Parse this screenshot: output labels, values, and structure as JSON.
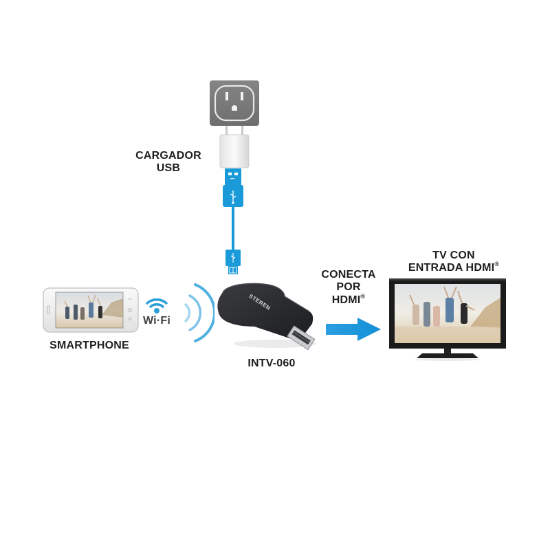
{
  "diagram": {
    "title_elements": {
      "charger_label_line1": "CARGADOR",
      "charger_label_line2": "USB",
      "smartphone_label": "SMARTPHONE",
      "wifi_label": "Wi·Fi",
      "device_label": "INTV-060",
      "device_brand": "STEREN",
      "connect_label_line1": "CONECTA",
      "connect_label_line2": "POR",
      "connect_label_line3": "HDMI",
      "tv_label_line1": "TV CON",
      "tv_label_line2": "ENTRADA HDMI",
      "registered_mark": "®"
    },
    "components": [
      {
        "id": "wall-outlet",
        "description": "Wall power outlet"
      },
      {
        "id": "usb-charger",
        "description": "USB wall charger"
      },
      {
        "id": "usb-cable",
        "description": "USB to micro-USB cable"
      },
      {
        "id": "dongle",
        "description": "INTV-060 HDMI wireless dongle"
      },
      {
        "id": "smartphone",
        "description": "Smartphone showing beach photo"
      },
      {
        "id": "wifi",
        "description": "Wi-Fi signal"
      },
      {
        "id": "arrow",
        "description": "Arrow to TV"
      },
      {
        "id": "tv",
        "description": "TV with HDMI input showing beach photo"
      }
    ],
    "colors": {
      "accent_blue": "#1a9ad9",
      "outlet_gray": "#7a7a7a",
      "dongle_black": "#2a2b2e",
      "text_dark": "#1e1e1e",
      "wifi_blue": "#2a9fd8"
    }
  }
}
